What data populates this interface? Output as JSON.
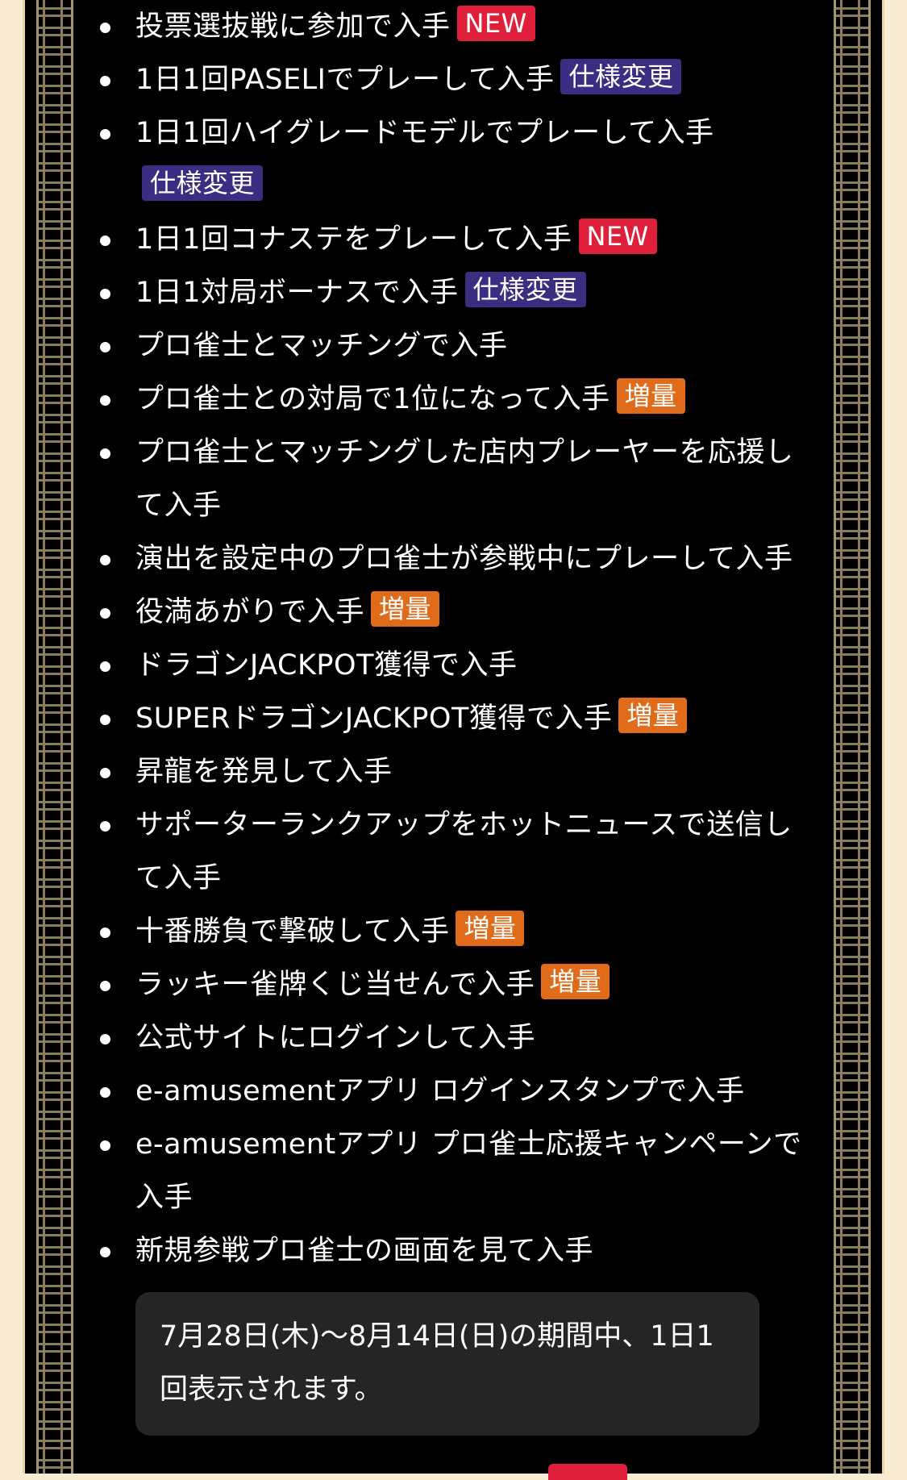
{
  "items": [
    {
      "text": "投票選抜戦に参加で入手",
      "tag": "NEW",
      "tag_type": "new"
    },
    {
      "text": "1日1回PASELIでプレーして入手",
      "tag": "仕様変更",
      "tag_type": "spec"
    },
    {
      "text": "1日1回ハイグレードモデルでプレーして入手",
      "tag": "仕様変更",
      "tag_type": "spec"
    },
    {
      "text": "1日1回コナステをプレーして入手",
      "tag": "NEW",
      "tag_type": "new"
    },
    {
      "text": "1日1対局ボーナスで入手",
      "tag": "仕様変更",
      "tag_type": "spec"
    },
    {
      "text": "プロ雀士とマッチングで入手",
      "tag": "",
      "tag_type": ""
    },
    {
      "text": "プロ雀士との対局で1位になって入手",
      "tag": "増量",
      "tag_type": "increase"
    },
    {
      "text": "プロ雀士とマッチングした店内プレーヤーを応援して入手",
      "tag": "",
      "tag_type": ""
    },
    {
      "text": "演出を設定中のプロ雀士が参戦中にプレーして入手",
      "tag": "",
      "tag_type": ""
    },
    {
      "text": "役満あがりで入手",
      "tag": "増量",
      "tag_type": "increase"
    },
    {
      "text": "ドラゴンJACKPOT獲得で入手",
      "tag": "",
      "tag_type": ""
    },
    {
      "text": "SUPERドラゴンJACKPOT獲得で入手",
      "tag": "増量",
      "tag_type": "increase"
    },
    {
      "text": "昇龍を発見して入手",
      "tag": "",
      "tag_type": ""
    },
    {
      "text": "サポーターランクアップをホットニュースで送信して入手",
      "tag": "",
      "tag_type": ""
    },
    {
      "text": "十番勝負で撃破して入手",
      "tag": "増量",
      "tag_type": "increase"
    },
    {
      "text": "ラッキー雀牌くじ当せんで入手",
      "tag": "増量",
      "tag_type": "increase"
    },
    {
      "text": "公式サイトにログインして入手",
      "tag": "",
      "tag_type": ""
    },
    {
      "text": "e-amusementアプリ ログインスタンプで入手",
      "tag": "",
      "tag_type": ""
    },
    {
      "text": "e-amusementアプリ プロ雀士応援キャンペーンで入手",
      "tag": "",
      "tag_type": ""
    },
    {
      "text": "新規参戦プロ雀士の画面を見て入手",
      "tag": "",
      "tag_type": ""
    }
  ],
  "note": "7月28日(木)〜8月14日(日)の期間中、1日1回表示されます。",
  "colors": {
    "background": "#000000",
    "outer": "#f7ecd2",
    "tag_new": "#e0203b",
    "tag_spec": "#3a2d82",
    "tag_increase": "#e06b1a",
    "note_box": "#252525"
  }
}
